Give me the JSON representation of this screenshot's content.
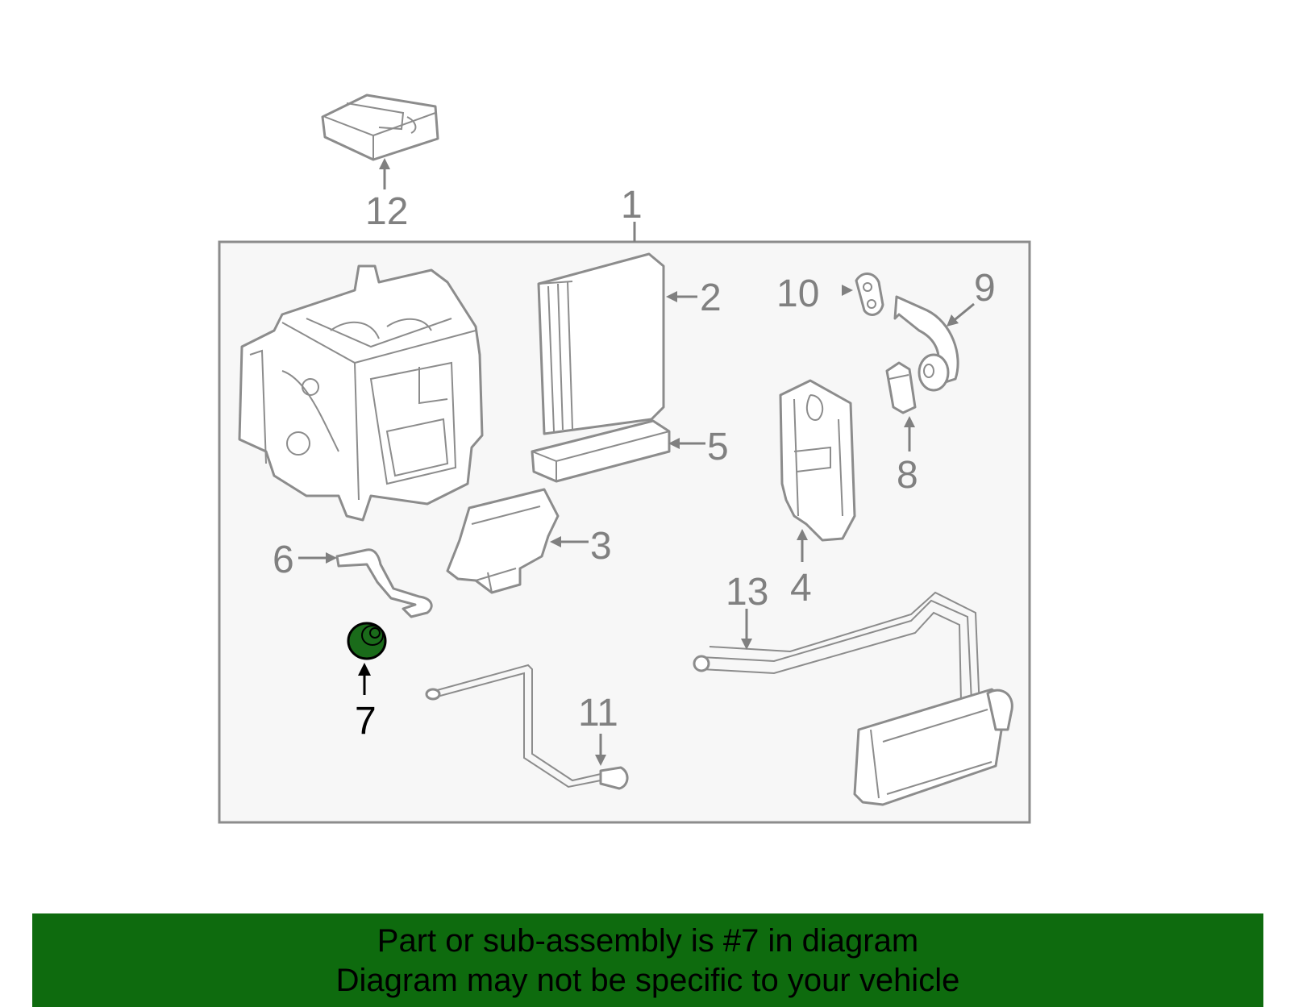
{
  "diagram": {
    "callouts": [
      {
        "id": "c1",
        "label": "1"
      },
      {
        "id": "c2",
        "label": "2"
      },
      {
        "id": "c3",
        "label": "3"
      },
      {
        "id": "c4",
        "label": "4"
      },
      {
        "id": "c5",
        "label": "5"
      },
      {
        "id": "c6",
        "label": "6"
      },
      {
        "id": "c7",
        "label": "7"
      },
      {
        "id": "c8",
        "label": "8"
      },
      {
        "id": "c9",
        "label": "9"
      },
      {
        "id": "c10",
        "label": "10"
      },
      {
        "id": "c11",
        "label": "11"
      },
      {
        "id": "c12",
        "label": "12"
      },
      {
        "id": "c13",
        "label": "13"
      }
    ],
    "highlighted_part": "7",
    "colors": {
      "line": "#8c8c8c",
      "label": "#808080",
      "highlight_part": "#1a6b1a",
      "highlight_label": "#000000",
      "frame_fill": "#f7f7f7",
      "banner_bg": "#0e6b0e"
    }
  },
  "banner": {
    "line1": "Part or sub-assembly is #7 in diagram",
    "line2": "Diagram may not be specific to your vehicle"
  }
}
